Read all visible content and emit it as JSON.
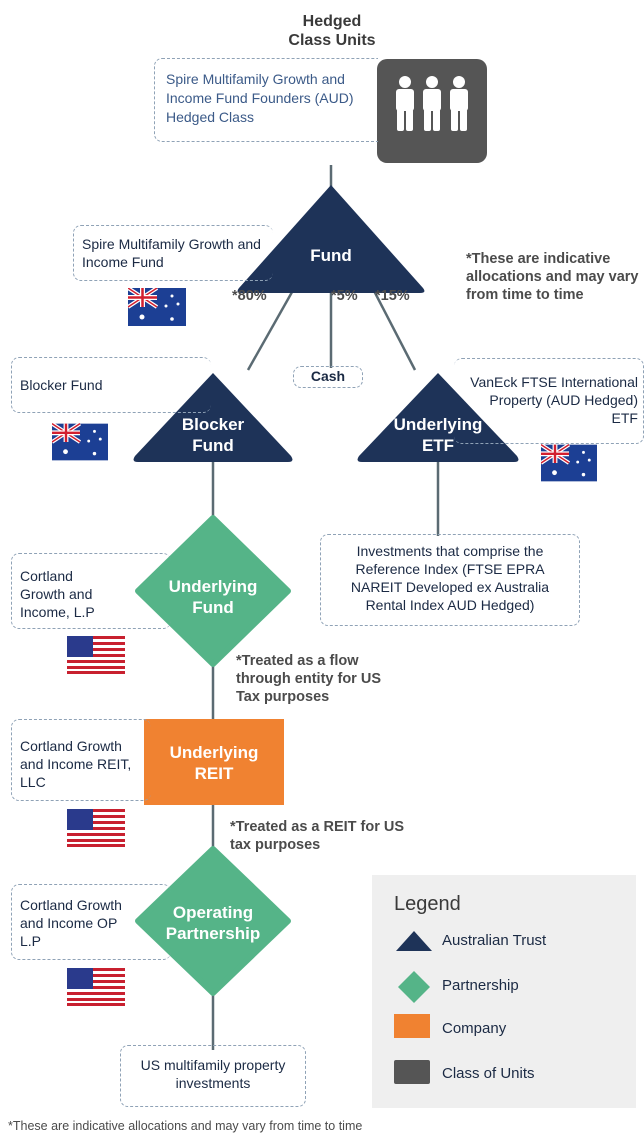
{
  "title": {
    "line1": "Hedged",
    "line2": "Class Units"
  },
  "top_box": {
    "text": "Spire Multifamily Growth and Income Fund Founders (AUD) Hedged Class"
  },
  "fund": {
    "label": "Fund",
    "desc": "Spire Multifamily Growth and Income Fund"
  },
  "allocations": {
    "blocker": "*80%",
    "cash": "*5%",
    "etf": "*15%"
  },
  "allocation_note": "*These are indicative allocations and may vary from time to time",
  "cash": {
    "label": "Cash"
  },
  "blocker": {
    "label_line1": "Blocker",
    "label_line2": "Fund",
    "desc": "Blocker Fund"
  },
  "etf": {
    "label_line1": "Underlying",
    "label_line2": "ETF",
    "desc": "VanEck FTSE International Property (AUD Hedged) ETF",
    "investments": "Investments that comprise the Reference Index (FTSE EPRA NAREIT Developed ex Australia Rental Index AUD Hedged)"
  },
  "underlying_fund": {
    "label_line1": "Underlying",
    "label_line2": "Fund",
    "desc": "Cortland Growth and Income, L.P",
    "note": "*Treated as a flow through entity for US Tax purposes"
  },
  "reit": {
    "label_line1": "Underlying",
    "label_line2": "REIT",
    "desc": "Cortland Growth and Income REIT, LLC",
    "note": "*Treated as a REIT for US tax purposes"
  },
  "op": {
    "label_line1": "Operating",
    "label_line2": "Partnership",
    "desc": "Cortland Growth and Income OP L.P"
  },
  "investments_box": {
    "text": "US multifamily property investments"
  },
  "legend": {
    "title": "Legend",
    "items": [
      {
        "label": "Australian Trust",
        "color": "#1e3358",
        "shape": "triangle"
      },
      {
        "label": "Partnership",
        "color": "#55b488",
        "shape": "diamond"
      },
      {
        "label": "Company",
        "color": "#f08231",
        "shape": "rectangle"
      },
      {
        "label": "Class of Units",
        "color": "#555555",
        "shape": "rounded-square"
      }
    ]
  },
  "footnote": "*These are indicative allocations and may vary from time to time",
  "colors": {
    "navy": "#1e3358",
    "green": "#55b488",
    "orange": "#f08231",
    "grey": "#555555",
    "line": "#5b6b73"
  }
}
